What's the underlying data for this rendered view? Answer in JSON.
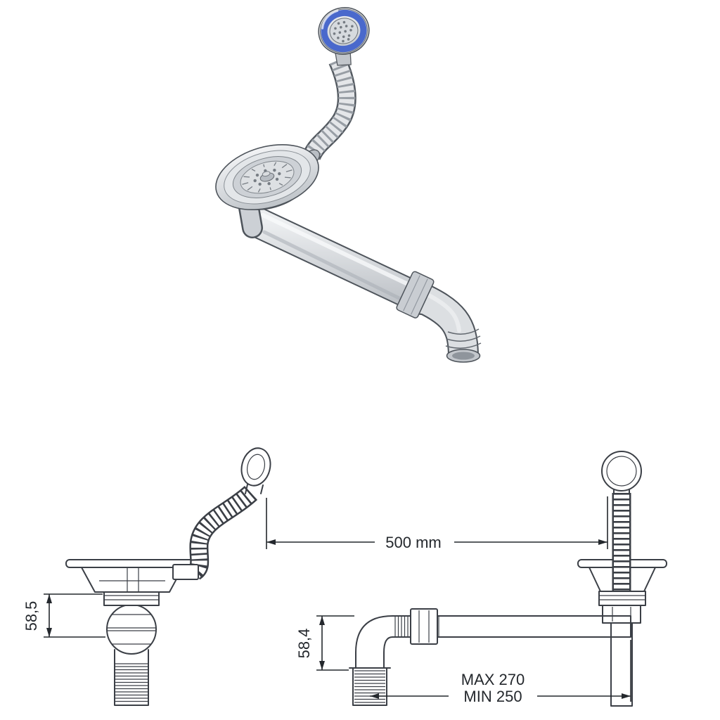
{
  "colors": {
    "background": "#ffffff",
    "line": "#3b3f46",
    "dimension_text": "#24282d",
    "metal_light": "#eceef0",
    "metal_mid": "#cfd3d7",
    "metal_dark": "#9aa0a7",
    "accent_blue": "#4a69cc"
  },
  "dimensions": {
    "hose_length": "500 mm",
    "strainer_height": "58,5",
    "elbow_height": "58,4",
    "pipe_max": "MAX 270",
    "pipe_min": "MIN 250"
  }
}
